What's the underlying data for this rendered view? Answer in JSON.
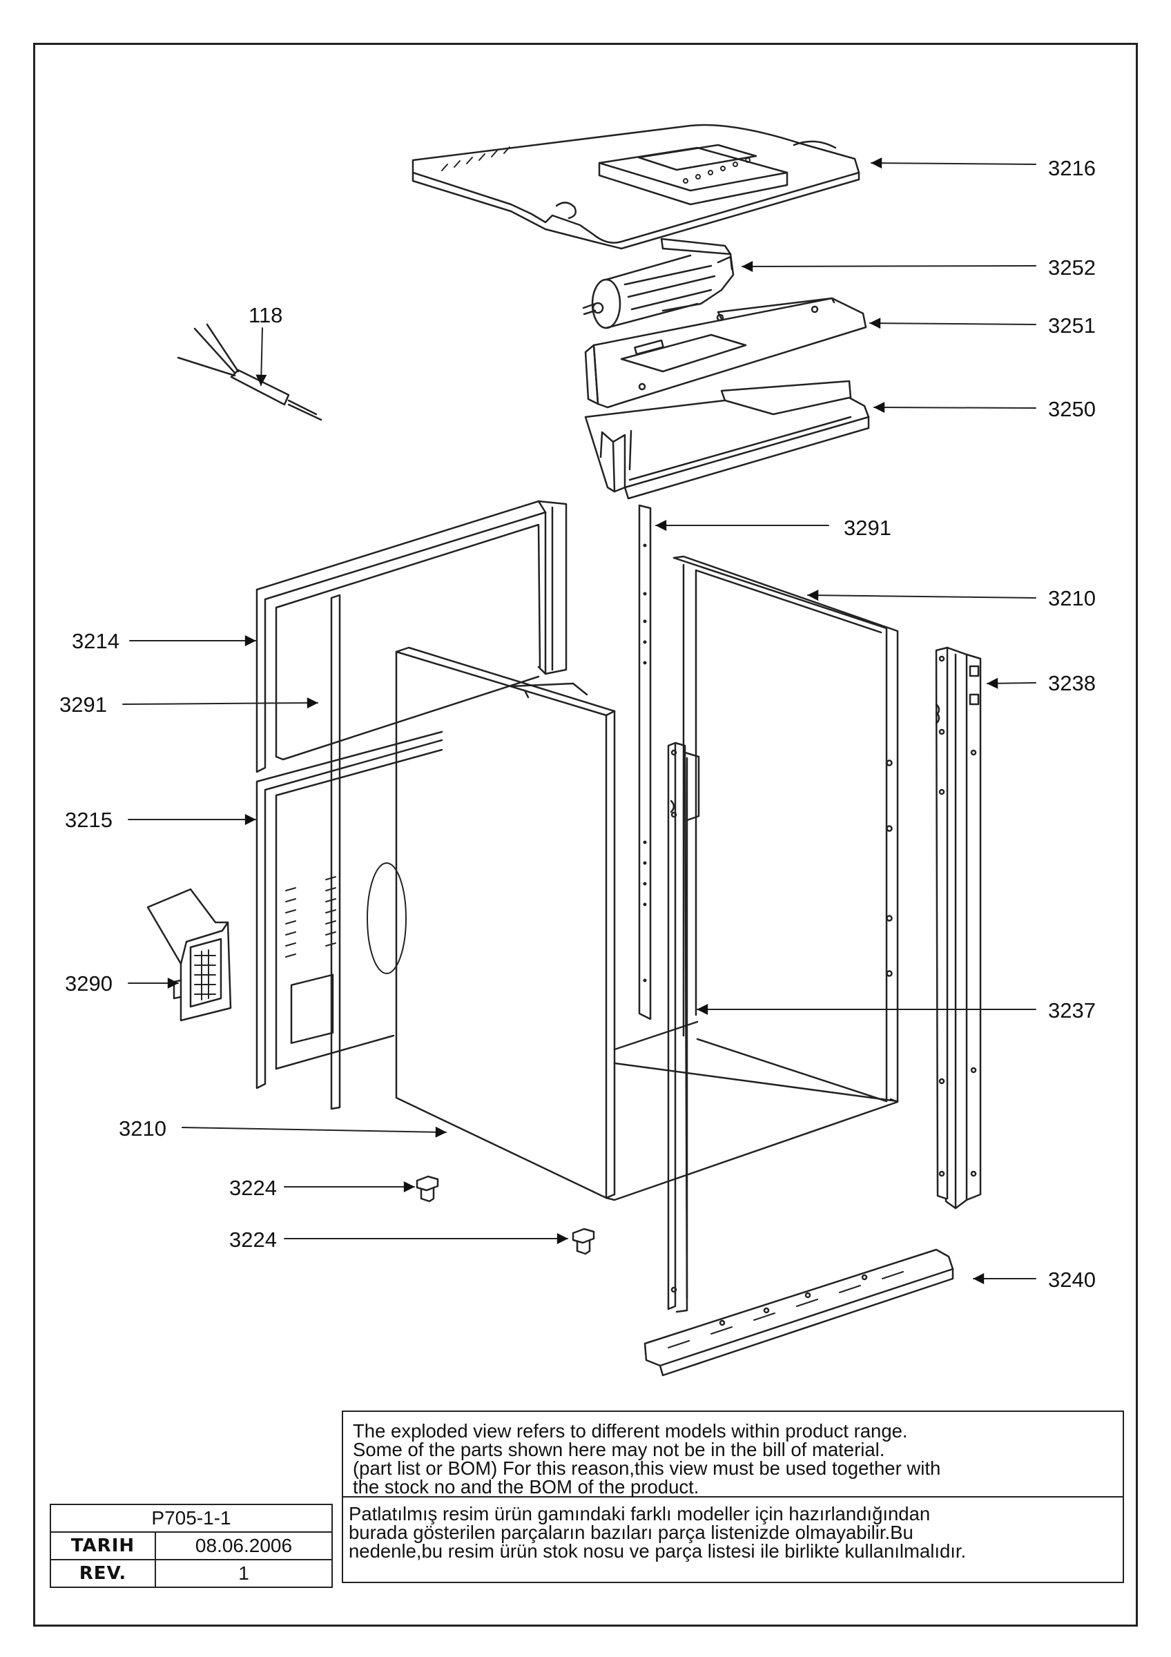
{
  "drawing": {
    "callouts": [
      {
        "id": "c3216",
        "label": "3216"
      },
      {
        "id": "c3252",
        "label": "3252"
      },
      {
        "id": "c3251",
        "label": "3251"
      },
      {
        "id": "c3250",
        "label": "3250"
      },
      {
        "id": "c118",
        "label": "118"
      },
      {
        "id": "c3291a",
        "label": "3291"
      },
      {
        "id": "c3210a",
        "label": "3210"
      },
      {
        "id": "c3214",
        "label": "3214"
      },
      {
        "id": "c3238",
        "label": "3238"
      },
      {
        "id": "c3291b",
        "label": "3291"
      },
      {
        "id": "c3215",
        "label": "3215"
      },
      {
        "id": "c3290",
        "label": "3290"
      },
      {
        "id": "c3237",
        "label": "3237"
      },
      {
        "id": "c3210b",
        "label": "3210"
      },
      {
        "id": "c3224a",
        "label": "3224"
      },
      {
        "id": "c3224b",
        "label": "3224"
      },
      {
        "id": "c3240",
        "label": "3240"
      }
    ]
  },
  "title_block": {
    "drawing_no": "P705-1-1",
    "date_label": "TARIH",
    "date_value": "08.06.2006",
    "rev_label": "REV.",
    "rev_value": "1"
  },
  "notes": {
    "english": [
      "The exploded view refers to different models within product range.",
      "Some of the parts shown here may not be in the bill of material.",
      "(part list or BOM) For this reason,this view must be used together with",
      "the stock no and the BOM of the product."
    ],
    "turkish": [
      "Patlatılmış resim ürün gamındaki farklı modeller için hazırlandığından",
      "burada gösterilen parçaların bazıları parça listenizde olmayabilir.Bu",
      "nedenle,bu resim ürün stok nosu ve parça listesi ile birlikte kullanılmalıdır."
    ]
  }
}
